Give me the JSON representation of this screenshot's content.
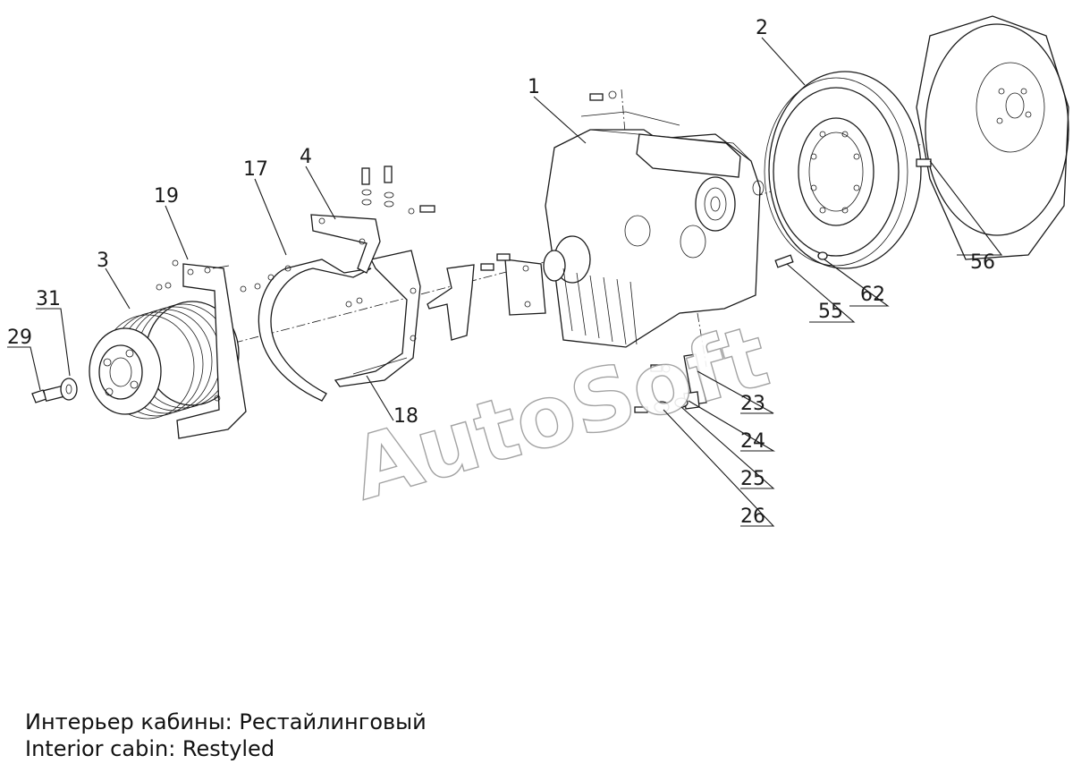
{
  "callouts": {
    "c1": "1",
    "c2": "2",
    "c3": "3",
    "c4": "4",
    "c17": "17",
    "c18": "18",
    "c19": "19",
    "c23": "23",
    "c24": "24",
    "c25": "25",
    "c26": "26",
    "c29": "29",
    "c31": "31",
    "c55": "55",
    "c56": "56",
    "c62": "62"
  },
  "watermark": "AutoSoft",
  "caption": {
    "line_ru": "Интерьер кабины: Рестайлинговый",
    "line_en": "Interior cabin: Restyled"
  }
}
